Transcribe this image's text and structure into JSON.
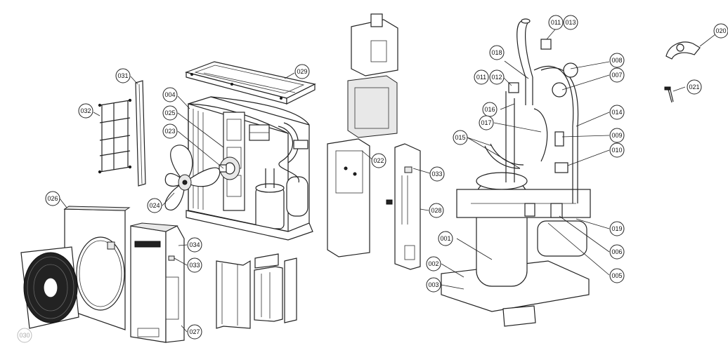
{
  "callouts": [
    {
      "id": "001",
      "label": "001"
    },
    {
      "id": "002",
      "label": "002"
    },
    {
      "id": "003",
      "label": "003"
    },
    {
      "id": "004",
      "label": "004"
    },
    {
      "id": "005",
      "label": "005"
    },
    {
      "id": "006",
      "label": "006"
    },
    {
      "id": "007",
      "label": "007"
    },
    {
      "id": "008",
      "label": "008"
    },
    {
      "id": "009",
      "label": "009"
    },
    {
      "id": "010",
      "label": "010"
    },
    {
      "id": "011a",
      "label": "011"
    },
    {
      "id": "011b",
      "label": "011"
    },
    {
      "id": "012",
      "label": "012"
    },
    {
      "id": "013",
      "label": "013"
    },
    {
      "id": "014",
      "label": "014"
    },
    {
      "id": "015",
      "label": "015"
    },
    {
      "id": "016",
      "label": "016"
    },
    {
      "id": "017",
      "label": "017"
    },
    {
      "id": "018",
      "label": "018"
    },
    {
      "id": "019",
      "label": "019"
    },
    {
      "id": "020",
      "label": "020"
    },
    {
      "id": "021",
      "label": "021"
    },
    {
      "id": "022",
      "label": "022"
    },
    {
      "id": "023",
      "label": "023"
    },
    {
      "id": "024",
      "label": "024"
    },
    {
      "id": "025",
      "label": "025"
    },
    {
      "id": "026",
      "label": "026"
    },
    {
      "id": "027",
      "label": "027"
    },
    {
      "id": "028",
      "label": "028"
    },
    {
      "id": "029",
      "label": "029"
    },
    {
      "id": "030",
      "label": "030"
    },
    {
      "id": "031",
      "label": "031"
    },
    {
      "id": "032",
      "label": "032"
    },
    {
      "id": "033a",
      "label": "033"
    },
    {
      "id": "033b",
      "label": "033"
    },
    {
      "id": "034",
      "label": "034"
    }
  ]
}
